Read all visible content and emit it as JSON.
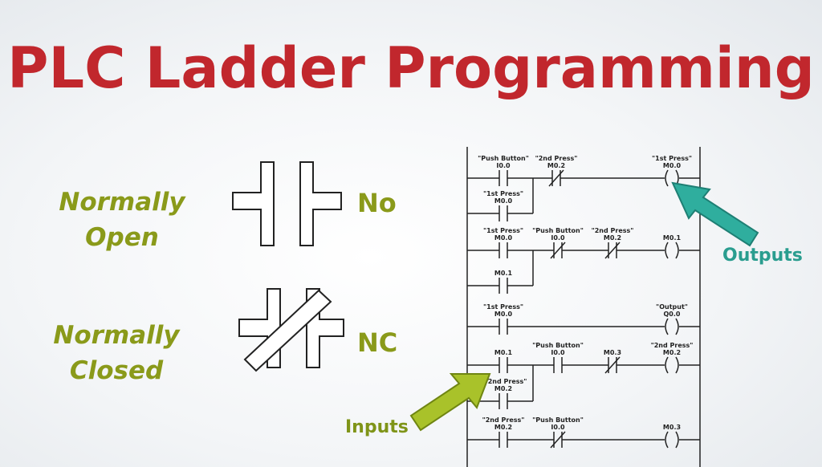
{
  "title": "PLC Ladder Programming",
  "legend": {
    "normally_open": {
      "line1": "Normally",
      "line2": "Open",
      "abbr": "No"
    },
    "normally_closed": {
      "line1": "Normally",
      "line2": "Closed",
      "abbr": "NC"
    }
  },
  "callouts": {
    "outputs": "Outputs",
    "inputs": "Inputs"
  },
  "colors": {
    "title": "#c1272d",
    "legend_text": "#8a9a1a",
    "outputs": "#2a9d8f",
    "inputs": "#9fb81a"
  },
  "ladder": {
    "rung1": {
      "c1_name": "\"Push Button\"",
      "c1_addr": "I0.0",
      "c2_name": "\"2nd Press\"",
      "c2_addr": "M0.2",
      "branch_name": "\"1st Press\"",
      "branch_addr": "M0.0",
      "coil_name": "\"1st Press\"",
      "coil_addr": "M0.0"
    },
    "rung2": {
      "c1_name": "\"1st Press\"",
      "c1_addr": "M0.0",
      "c2_name": "\"Push Button\"",
      "c2_addr": "I0.0",
      "c3_name": "\"2nd Press\"",
      "c3_addr": "M0.2",
      "branch_addr": "M0.1",
      "coil_addr": "M0.1"
    },
    "rung3": {
      "c1_name": "\"1st Press\"",
      "c1_addr": "M0.0",
      "coil_name": "\"Output\"",
      "coil_addr": "Q0.0"
    },
    "rung4": {
      "c1_addr": "M0.1",
      "c2_name": "\"Push Button\"",
      "c2_addr": "I0.0",
      "c3_addr": "M0.3",
      "branch_name": "\"2nd Press\"",
      "branch_addr": "M0.2",
      "coil_name": "\"2nd Press\"",
      "coil_addr": "M0.2"
    },
    "rung5": {
      "c1_name": "\"2nd Press\"",
      "c1_addr": "M0.2",
      "c2_name": "\"Push Button\"",
      "c2_addr": "I0.0",
      "coil_addr": "M0.3"
    }
  }
}
